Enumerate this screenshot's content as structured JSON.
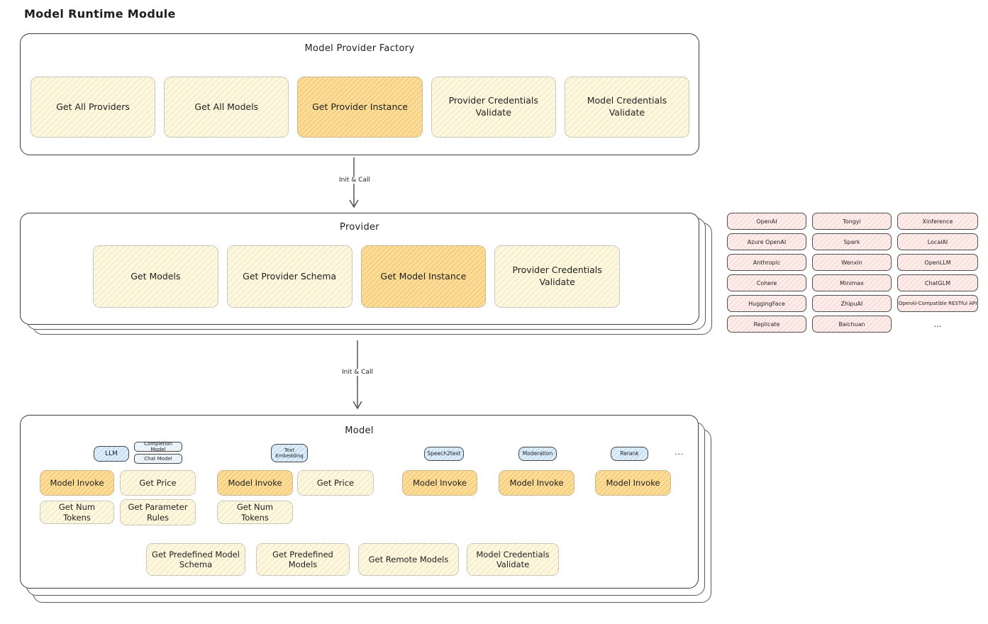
{
  "page": {
    "title": "Model Runtime Module"
  },
  "colors": {
    "button_yellow": "#fdf8e2",
    "button_orange_highlight": "#fbdf9e",
    "provider_pill_pink": "#fdeeec",
    "tab_blue": "#ddeefa",
    "box_border": "#3c3c3c"
  },
  "factory": {
    "title": "Model Provider Factory",
    "buttons": [
      {
        "label": "Get All Providers",
        "highlighted": false
      },
      {
        "label": "Get All Models",
        "highlighted": false
      },
      {
        "label": "Get Provider Instance",
        "highlighted": true
      },
      {
        "label": "Provider Credentials Validate",
        "highlighted": false
      },
      {
        "label": "Model Credentials Validate",
        "highlighted": false
      }
    ]
  },
  "arrow1": {
    "label": "Init & Call"
  },
  "provider": {
    "title": "Provider",
    "buttons": [
      {
        "label": "Get Models",
        "highlighted": false
      },
      {
        "label": "Get Provider Schema",
        "highlighted": false
      },
      {
        "label": "Get Model Instance",
        "highlighted": true
      },
      {
        "label": "Provider Credentials Validate",
        "highlighted": false
      }
    ]
  },
  "providers_grid": {
    "items": [
      {
        "label": "OpenAI"
      },
      {
        "label": "Tongyi"
      },
      {
        "label": "Xinference"
      },
      {
        "label": "Azure OpenAI"
      },
      {
        "label": "Spark"
      },
      {
        "label": "LocalAI"
      },
      {
        "label": "Anthropic"
      },
      {
        "label": "Wenxin"
      },
      {
        "label": "OpenLLM"
      },
      {
        "label": "Cohere"
      },
      {
        "label": "Minimax"
      },
      {
        "label": "ChatGLM"
      },
      {
        "label": "HuggingFace"
      },
      {
        "label": "ZhipuAI"
      },
      {
        "label": "OpenAI-Compatible RESTful API"
      },
      {
        "label": "Replicate"
      },
      {
        "label": "Baichuan"
      },
      {
        "label": "..."
      }
    ]
  },
  "arrow2": {
    "label": "Init & Call"
  },
  "model": {
    "title": "Model",
    "tabs": [
      {
        "label": "LLM"
      },
      {
        "label": "Completion Model"
      },
      {
        "label": "Chat Model"
      },
      {
        "label": "Text Embedding"
      },
      {
        "label": "Speech2text"
      },
      {
        "label": "Moderation"
      },
      {
        "label": "Rerank"
      },
      {
        "label": "..."
      }
    ],
    "buttons_row1": [
      {
        "label": "Model Invoke",
        "highlighted": true
      },
      {
        "label": "Get Price",
        "highlighted": false
      },
      {
        "label": "Model Invoke",
        "highlighted": true
      },
      {
        "label": "Get Price",
        "highlighted": false
      },
      {
        "label": "Model Invoke",
        "highlighted": true
      },
      {
        "label": "Model Invoke",
        "highlighted": true
      },
      {
        "label": "Model Invoke",
        "highlighted": true
      }
    ],
    "buttons_row2": [
      {
        "label": "Get Num Tokens"
      },
      {
        "label": "Get Parameter Rules"
      },
      {
        "label": "Get Num Tokens"
      }
    ],
    "buttons_row3": [
      {
        "label": "Get Predefined Model Schema"
      },
      {
        "label": "Get Predefined Models"
      },
      {
        "label": "Get Remote Models"
      },
      {
        "label": "Model Credentials Validate"
      }
    ]
  }
}
